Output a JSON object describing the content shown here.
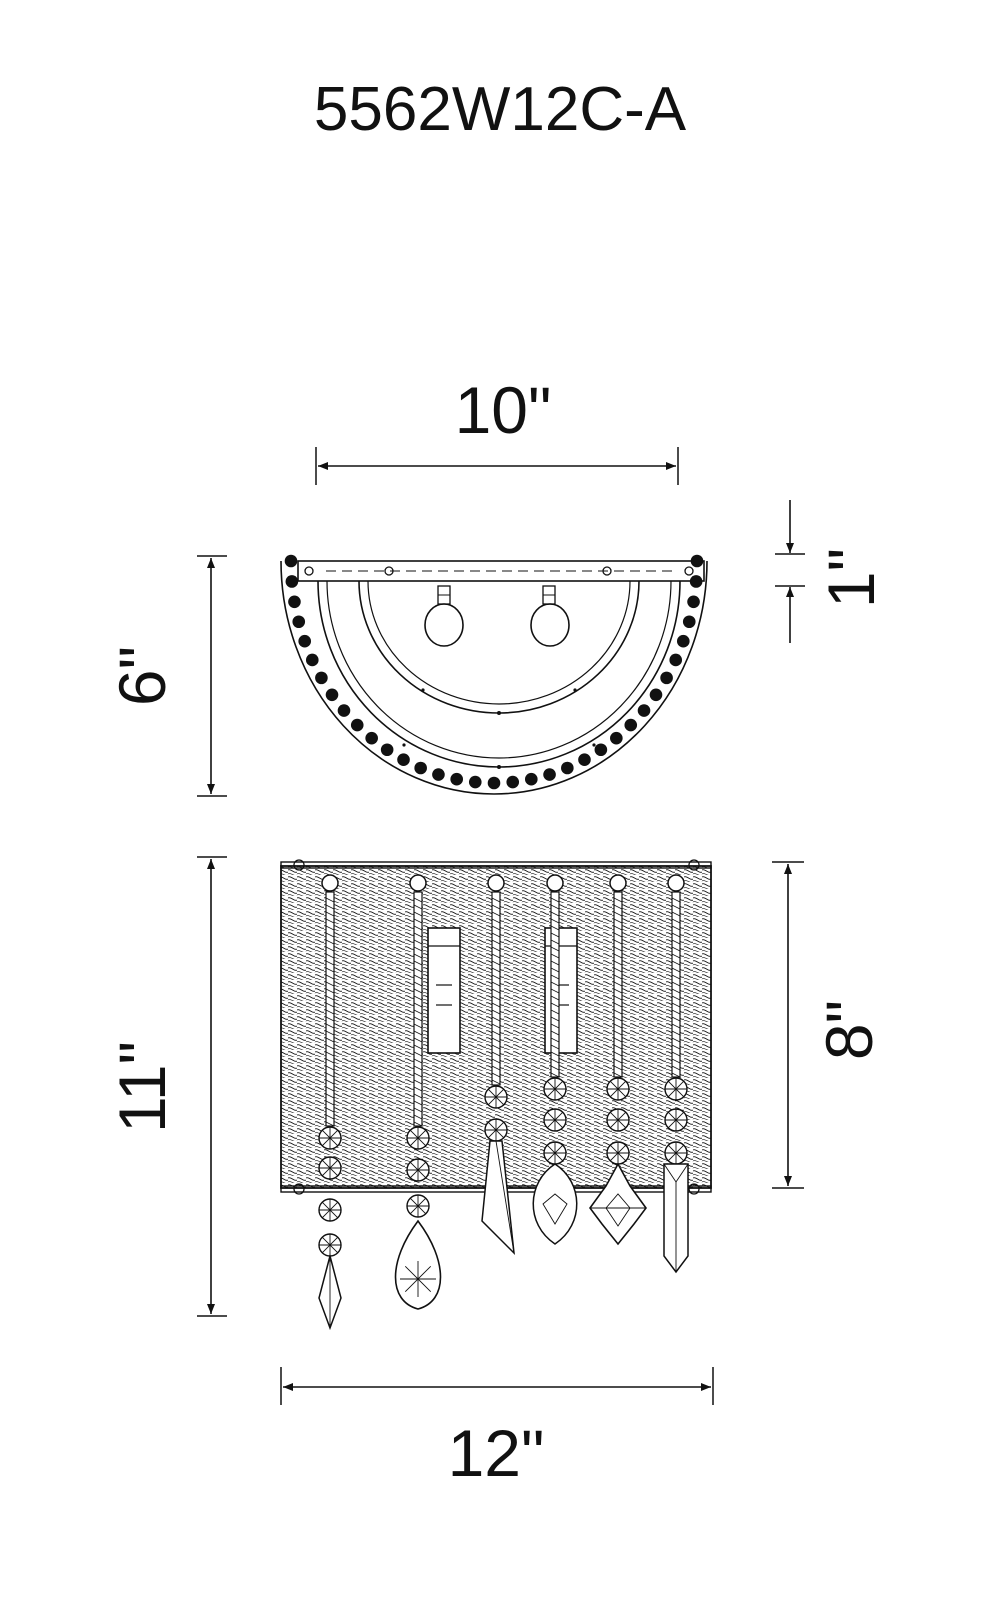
{
  "title": "5562W12C-A",
  "dimensions": {
    "top_width": "10\"",
    "top_depth": "6\"",
    "canopy_height": "1\"",
    "overall_height": "11\"",
    "shade_height": "8\"",
    "overall_width": "12\""
  },
  "colors": {
    "line": "#111111",
    "background": "#ffffff"
  }
}
